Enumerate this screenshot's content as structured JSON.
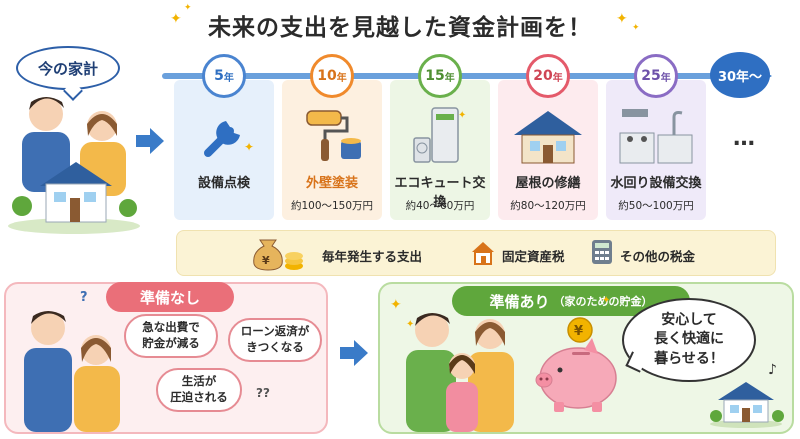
{
  "title": "未来の支出を見越した資金計画を！",
  "current_household": "今の家計",
  "timeline": [
    {
      "year": "5",
      "unit": "年",
      "label": "設備点検",
      "cost": "",
      "color": "#4a84d0",
      "bg": "#e6f0fb",
      "icon": "wrench-icon"
    },
    {
      "year": "10",
      "unit": "年",
      "label": "外壁塗装",
      "cost": "約100〜150万円",
      "color": "#f08a2c",
      "bg": "#fdf0e0",
      "icon": "paint-roller-icon"
    },
    {
      "year": "15",
      "unit": "年",
      "label": "エコキュート交換",
      "cost": "約40〜60万円",
      "color": "#6ab04c",
      "bg": "#edf6e5",
      "icon": "water-heater-icon"
    },
    {
      "year": "20",
      "unit": "年",
      "label": "屋根の修繕",
      "cost": "約80〜120万円",
      "color": "#e45a6a",
      "bg": "#fdebee",
      "icon": "roof-house-icon"
    },
    {
      "year": "25",
      "unit": "年",
      "label": "水回り設備交換",
      "cost": "約50〜100万円",
      "color": "#8a6cc4",
      "bg": "#efeaf9",
      "icon": "kitchen-icon"
    }
  ],
  "timeline_end": "30年〜",
  "ellipsis": "…",
  "annual": {
    "label": "毎年発生する支出",
    "items": [
      "固定資産税",
      "その他の税金"
    ]
  },
  "unprepared": {
    "title": "準備なし",
    "worries": [
      "急な出費で\n貯金が減る",
      "ローン返済が\nきつくなる",
      "生活が\n圧迫される"
    ],
    "marks": "?",
    "mark2": "??"
  },
  "prepared": {
    "title": "準備あり",
    "subtitle": "（家のための貯金）",
    "message": "安心して\n長く快適に\n暮らせる！",
    "coin_symbol": "¥"
  },
  "colors": {
    "accent_blue": "#2f6fc2",
    "red": "#ea6f79",
    "green": "#5fa73c",
    "gold": "#f2b300"
  }
}
